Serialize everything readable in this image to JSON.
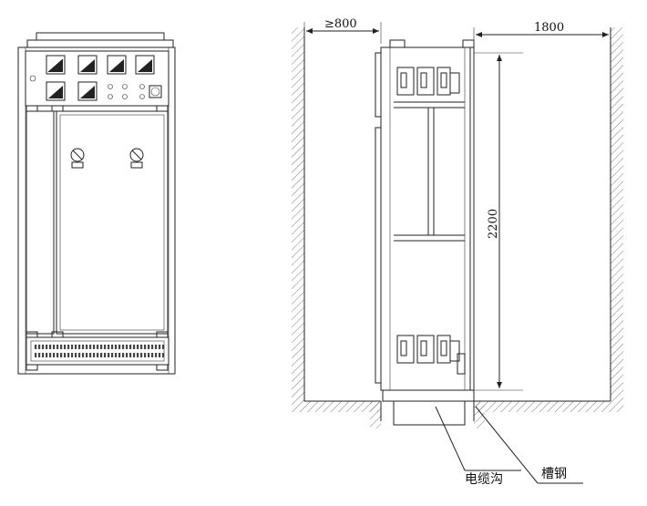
{
  "front_view": {
    "meters_top_row": 4,
    "meters_bottom_row": 2
  },
  "side_view": {
    "dim_clearance_front": "≥800",
    "dim_clearance_rear": "1800",
    "dim_height": "2200",
    "label_cable_trench": "电缆沟",
    "label_channel_steel": "槽钢"
  }
}
